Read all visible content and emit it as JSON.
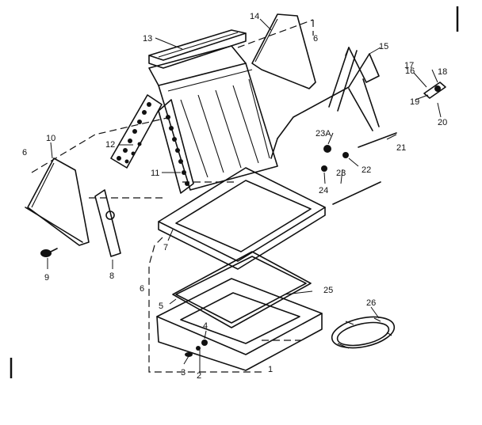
{
  "callouts": {
    "c1": "1",
    "c2": "2",
    "c3": "3",
    "c4": "4",
    "c5": "5",
    "c6a": "6",
    "c6b": "6",
    "c6c": "6",
    "c7": "7",
    "c8": "8",
    "c9": "9",
    "c10": "10",
    "c11": "11",
    "c12": "12",
    "c13": "13",
    "c14": "14",
    "c15": "15",
    "c16": "16",
    "c17": "17",
    "c18": "18",
    "c19": "19",
    "c20": "20",
    "c21": "21",
    "c22": "22",
    "c23": "23",
    "c23a": "23A",
    "c24": "24",
    "c25": "25",
    "c26": "26"
  },
  "colors": {
    "ink": "#111111",
    "paper": "#ffffff"
  }
}
